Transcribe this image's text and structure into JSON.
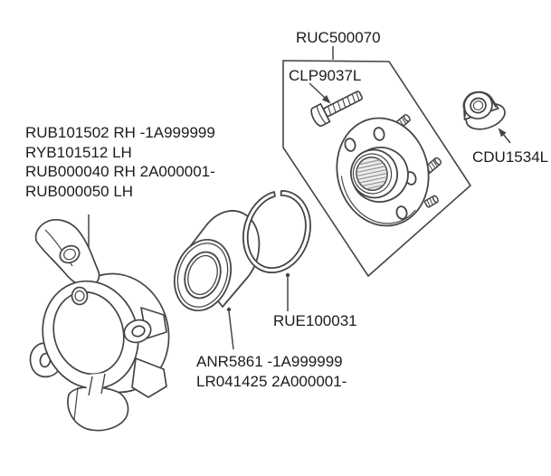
{
  "diagram": {
    "colors": {
      "background": "#ffffff",
      "line": "#454545",
      "text": "#1c1c1c",
      "spline_fill": "#ececec",
      "hatch": "#8f8f8f"
    },
    "labels": {
      "hub_flange": "RUC500070",
      "hub_bolt": "CLP9037L",
      "stake_nut": "CDU1534L",
      "snap_ring": "RUE100031",
      "knuckle_lines": [
        "RUB101502 RH -1A999999",
        "RYB101512 LH",
        "RUB000040 RH 2A000001-",
        "RUB000050 LH"
      ],
      "bearing_lines": [
        "ANR5861 -1A999999",
        "LR041425 2A000001-"
      ]
    }
  }
}
